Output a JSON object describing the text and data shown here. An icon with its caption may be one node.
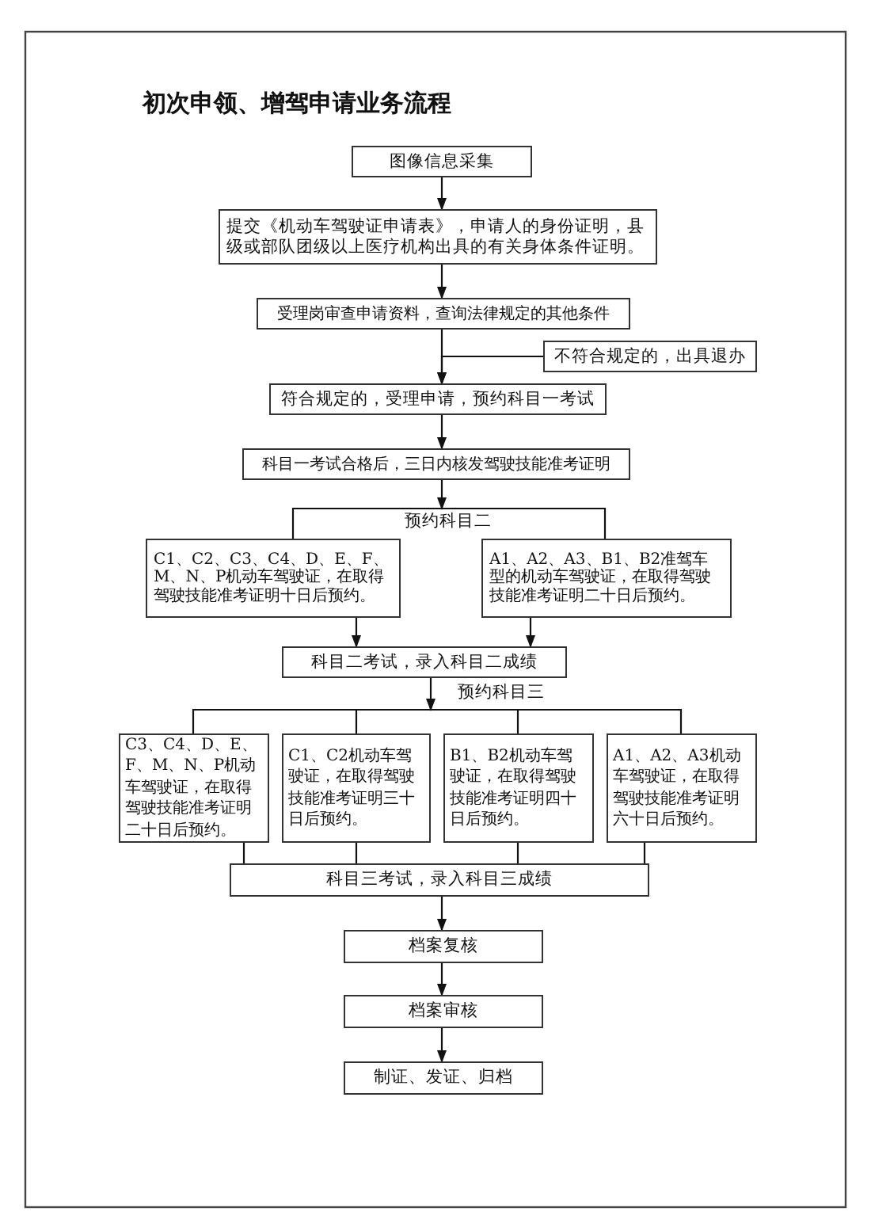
{
  "diagram": {
    "title": "初次申领、增驾申请业务流程",
    "nodes": [
      {
        "text": [
          "图像信息采集"
        ]
      },
      {
        "text": [
          "提交《机动车驾驶证申请表》，申请人的身份证明，县级或部队团级以上医疗机构出具的有关身体条件证明。"
        ]
      },
      {
        "text": [
          "受理岗审查申请资料，查询法律规定的其他条件"
        ]
      },
      {
        "text": [
          "不符合规定的，出具退办"
        ]
      },
      {
        "text": [
          "符合规定的，受理申请，预约科目一考试"
        ]
      },
      {
        "text": [
          "科目一考试合格后，三日内核发驾驶技能准考证明"
        ]
      },
      {
        "text": [
          "预约科目二"
        ]
      },
      {
        "text": [
          "C1、C2、C3、C4、D、E、F、M、N、P机动车驾驶证，在取得驾驶技能准考证明十日后预约。"
        ]
      },
      {
        "text": [
          "A1、A2、A3、B1、B2准驾车型的机动车驾驶证，在取得驾驶技能准考证明二十日后预约。"
        ]
      },
      {
        "text": [
          "科目二考试，录入科目二成绩"
        ]
      },
      {
        "text": [
          "预约科目三"
        ]
      },
      {
        "text": [
          "C3、C4、D、E、F、M、N、P机动车驾驶证，在取得驾驶技能准考证明二十日后预约。"
        ]
      },
      {
        "text": [
          "C1、C2机动车驾驶证，在取得驾驶技能准考证明三十日后预约。"
        ]
      },
      {
        "text": [
          "B1、B2机动车驾驶证，在取得驾驶技能准考证明四十日后预约。"
        ]
      },
      {
        "text": [
          "A1、A2、A3机动车驾驶证，在取得驾驶技能准考证明六十日后预约。"
        ]
      },
      {
        "text": [
          "科目三考试，录入科目三成绩"
        ]
      },
      {
        "text": [
          "档案复核"
        ]
      },
      {
        "text": [
          "档案审核"
        ]
      },
      {
        "text": [
          "制证、发证、归档"
        ]
      }
    ],
    "edges": [
      {
        "from": 0,
        "to": 1,
        "arrow": "to"
      },
      {
        "from": 1,
        "to": 2,
        "arrow": "to"
      },
      {
        "from": 2,
        "to": 4,
        "arrow": "to"
      },
      {
        "from": 3,
        "to": 4,
        "arrow": "to"
      },
      {
        "from": 4,
        "to": 5,
        "arrow": "to"
      },
      {
        "from": 5,
        "to": 6,
        "arrow": "to"
      },
      {
        "from": 6,
        "to": 7,
        "arrow": "none"
      },
      {
        "from": 6,
        "to": 8,
        "arrow": "none"
      },
      {
        "from": 7,
        "to": 9,
        "arrow": "to"
      },
      {
        "from": 8,
        "to": 9,
        "arrow": "to"
      },
      {
        "from": 9,
        "to": 10,
        "arrow": "to"
      },
      {
        "from": 10,
        "to": 11,
        "arrow": "none"
      },
      {
        "from": 10,
        "to": 12,
        "arrow": "none"
      },
      {
        "from": 10,
        "to": 13,
        "arrow": "none"
      },
      {
        "from": 10,
        "to": 14,
        "arrow": "none"
      },
      {
        "from": 11,
        "to": 15,
        "arrow": "none"
      },
      {
        "from": 12,
        "to": 15,
        "arrow": "none"
      },
      {
        "from": 13,
        "to": 15,
        "arrow": "none"
      },
      {
        "from": 14,
        "to": 15,
        "arrow": "none"
      },
      {
        "from": 15,
        "to": 16,
        "arrow": "to"
      },
      {
        "from": 16,
        "to": 17,
        "arrow": "to"
      },
      {
        "from": 17,
        "to": 18,
        "arrow": "to"
      }
    ]
  }
}
